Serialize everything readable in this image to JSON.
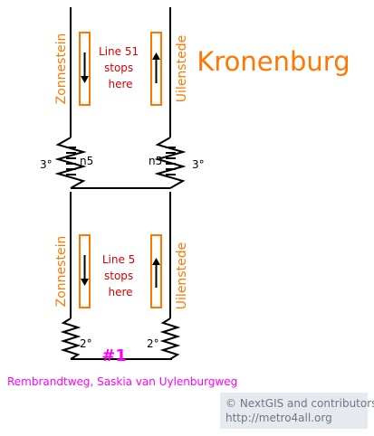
{
  "station_name": "Kronenburg",
  "upper_platform": {
    "left_direction": "Zonnestein",
    "right_direction": "Uilenstede",
    "note_lines": [
      "Line 51",
      "stops",
      "here"
    ]
  },
  "lower_platform": {
    "left_direction": "Zonnestein",
    "right_direction": "Uilenstede",
    "note_lines": [
      "Line 5",
      "stops",
      "here"
    ]
  },
  "escalators": {
    "left_angle": "3°",
    "left_steps": "n5",
    "right_steps": "n5",
    "right_angle": "3°"
  },
  "ramps": {
    "left_angle": "2°",
    "right_angle": "2°"
  },
  "exit": {
    "number": "#1",
    "name": "Rembrandtweg, Saskia van Uylenburgweg"
  },
  "credit": {
    "line1": "© NextGIS and contributors",
    "line2": "http://metro4all.org"
  },
  "colors": {
    "station_name": "#ff7700",
    "direction_label": "#ff7700",
    "platform_box": "#ff7700",
    "stop_note": "#dd0000",
    "exit_number": "#ff00ff",
    "exit_name": "#ff00ff",
    "lines": "#000000"
  }
}
